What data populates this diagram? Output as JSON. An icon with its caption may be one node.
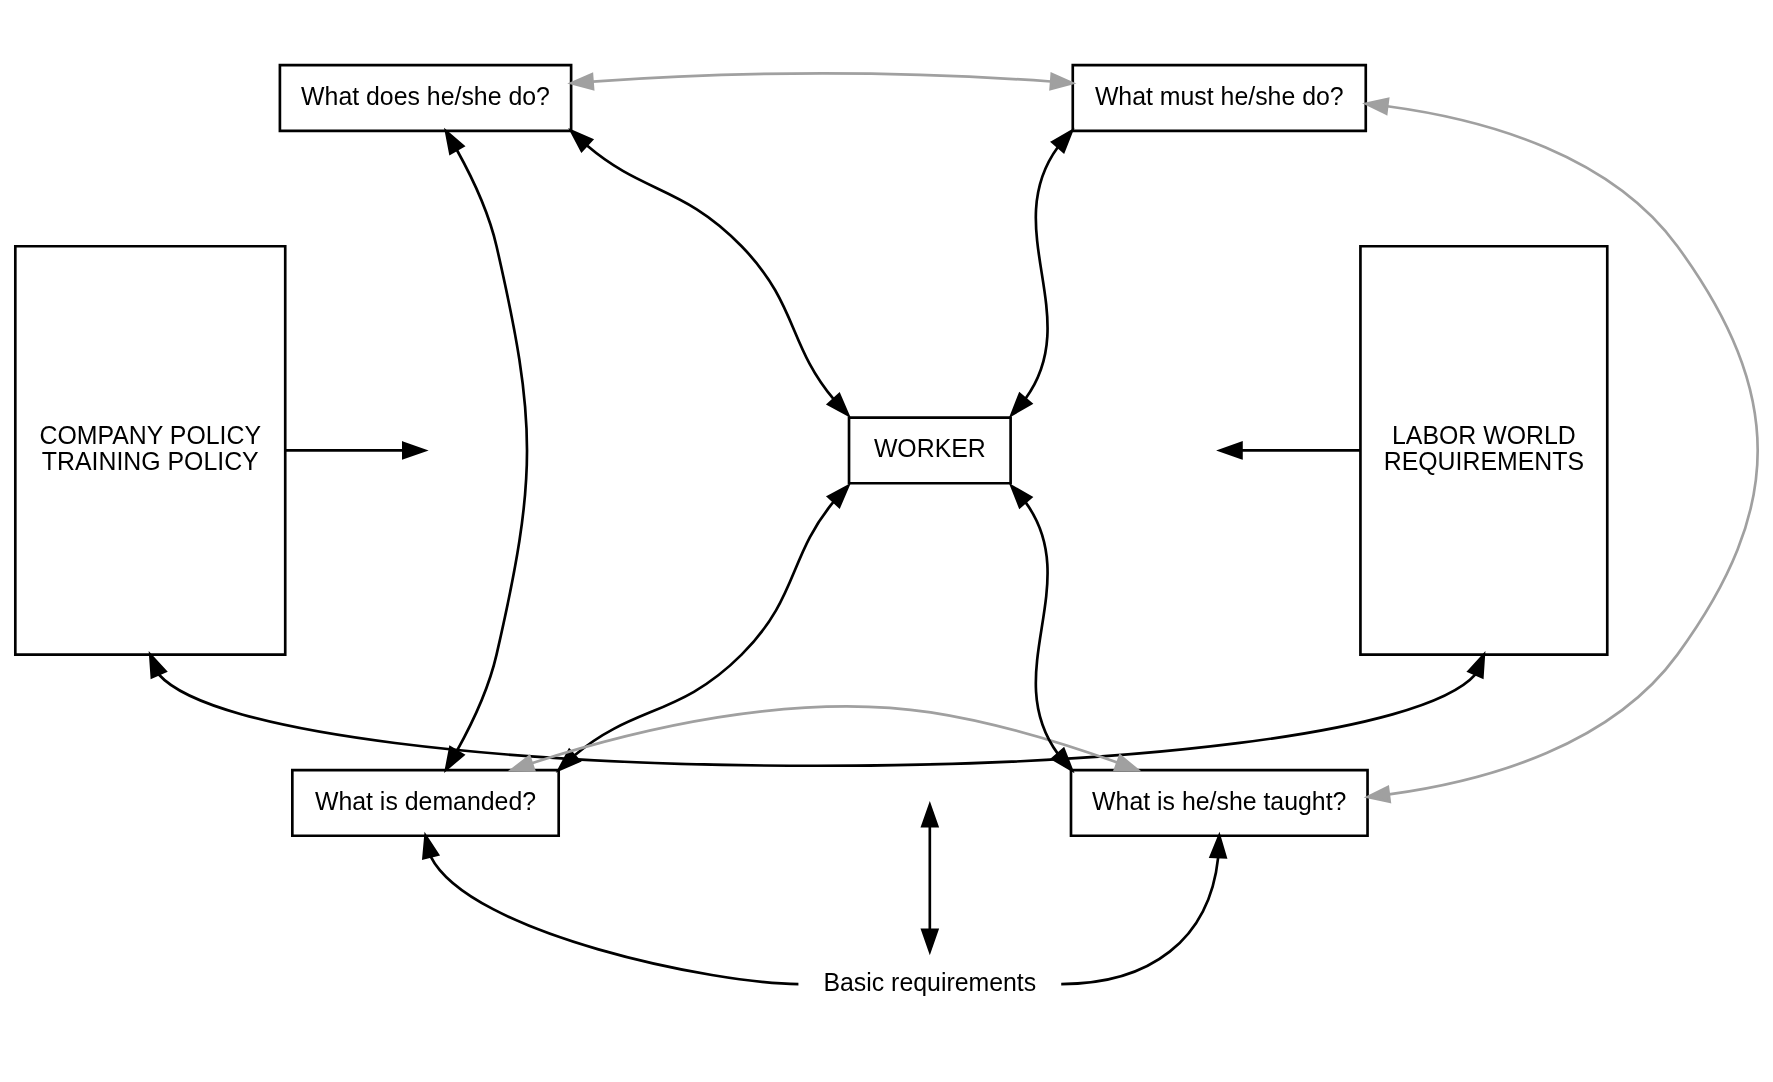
{
  "diagram": {
    "nodes": [
      {
        "text": [
          "COMPANY POLICY",
          "TRAINING POLICY"
        ]
      },
      {
        "text": [
          "What does he/she do?"
        ]
      },
      {
        "text": [
          "What must he/she do?"
        ]
      },
      {
        "text": [
          "WORKER"
        ]
      },
      {
        "text": [
          "What is demanded?"
        ]
      },
      {
        "text": [
          "What is he/she taught?"
        ]
      },
      {
        "text": [
          "LABOR WORLD",
          "REQUIREMENTS"
        ]
      },
      {
        "text": [
          "Basic requirements"
        ]
      }
    ],
    "edges": [
      {
        "from": 0,
        "to": null,
        "arrow": "to"
      },
      {
        "from": 6,
        "to": null,
        "arrow": "to"
      },
      {
        "from": 1,
        "to": 2,
        "arrow": "both",
        "color": "#a0a0a0"
      },
      {
        "from": 1,
        "to": 4,
        "arrow": "both"
      },
      {
        "from": 2,
        "to": 5,
        "arrow": "both",
        "color": "#a0a0a0"
      },
      {
        "from": 1,
        "to": 3,
        "arrow": "both"
      },
      {
        "from": 2,
        "to": 3,
        "arrow": "both"
      },
      {
        "from": 4,
        "to": 3,
        "arrow": "both"
      },
      {
        "from": 5,
        "to": 3,
        "arrow": "both"
      },
      {
        "from": 4,
        "to": 5,
        "arrow": "both",
        "color": "#a0a0a0"
      },
      {
        "from": 7,
        "to": 4,
        "arrow": "to"
      },
      {
        "from": 7,
        "to": 5,
        "arrow": "to"
      },
      {
        "from": 7,
        "to": null,
        "arrow": "both"
      },
      {
        "from": 0,
        "to": 6,
        "arrow": "both"
      }
    ]
  }
}
